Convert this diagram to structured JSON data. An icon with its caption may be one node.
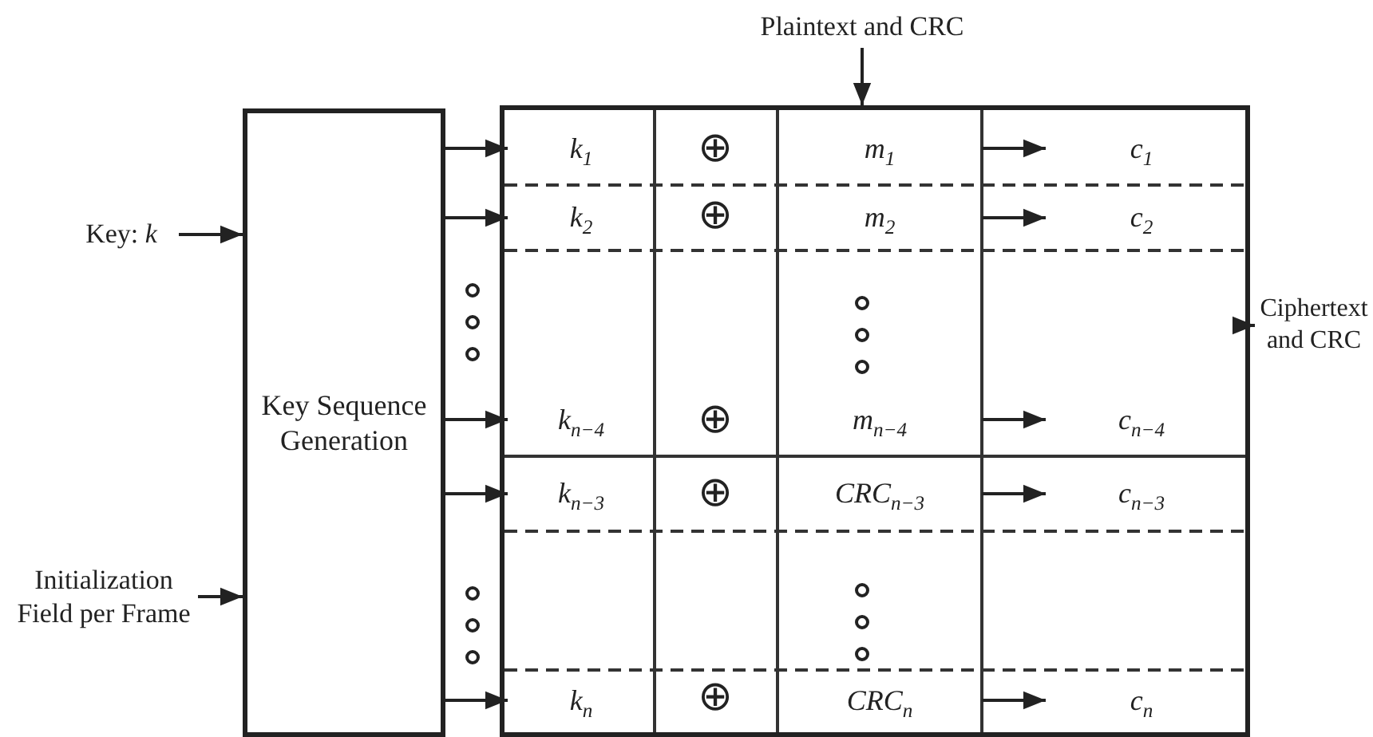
{
  "diagram": {
    "nodes": [
      {
        "text": [
          "Key: *k*"
        ]
      },
      {
        "text": [
          "Initialization Field per Frame"
        ]
      },
      {
        "text": [
          "Key Sequence Generation"
        ]
      },
      {
        "text": [
          "Plaintext and CRC"
        ]
      },
      {
        "text": [],
        "shape": "box"
      },
      {
        "text": [
          "k$_{1}$"
        ],
        "in": 4
      },
      {
        "text": [
          "m$_{1}$"
        ],
        "in": 4
      },
      {
        "text": [
          "c$_{1}$"
        ],
        "in": 4
      },
      {
        "text": [
          "k$_{2}$"
        ],
        "in": 4
      },
      {
        "text": [
          "m$_{2}$"
        ],
        "in": 4
      },
      {
        "text": [
          "c$_{2}$"
        ],
        "in": 4
      },
      {
        "text": [
          "k$_{n−4}$"
        ],
        "in": 4
      },
      {
        "text": [
          "m$_{n−4}$"
        ],
        "in": 4
      },
      {
        "text": [
          "c$_{n−4}$"
        ],
        "in": 4
      },
      {
        "text": [
          "k$_{n−3}$"
        ],
        "in": 4
      },
      {
        "text": [
          "CRC$_{n−3}$"
        ],
        "in": 4
      },
      {
        "text": [
          "c$_{n−3}$"
        ],
        "in": 4
      },
      {
        "text": [
          "k$_{n}$"
        ],
        "in": 4
      },
      {
        "text": [
          "CRC$_{n}$"
        ],
        "in": 4
      },
      {
        "text": [
          "c$_{n}$"
        ],
        "in": 4
      },
      {
        "text": [
          "Ciphertext and CRC"
        ]
      }
    ],
    "edges": [
      {
        "from": 0,
        "to": 2,
        "arrow": "to"
      },
      {
        "from": 1,
        "to": 2,
        "arrow": "to"
      },
      {
        "from": 2,
        "to": 5,
        "arrow": "to"
      },
      {
        "from": 2,
        "to": 8,
        "arrow": "to"
      },
      {
        "from": 2,
        "to": 11,
        "arrow": "to"
      },
      {
        "from": 2,
        "to": 14,
        "arrow": "to"
      },
      {
        "from": 2,
        "to": 17,
        "arrow": "to"
      },
      {
        "from": 3,
        "to": 4,
        "arrow": "to"
      },
      {
        "from": 4,
        "to": 20,
        "arrow": "to"
      },
      {
        "from": 6,
        "to": 7,
        "arrow": "to"
      },
      {
        "from": 9,
        "to": 10,
        "arrow": "to"
      },
      {
        "from": 12,
        "to": 13,
        "arrow": "to"
      },
      {
        "from": 15,
        "to": 16,
        "arrow": "to"
      },
      {
        "from": 18,
        "to": 19,
        "arrow": "to"
      }
    ],
    "labels": [
      "⊕",
      "⊕",
      "⊕",
      "⊕",
      "⊕"
    ]
  }
}
